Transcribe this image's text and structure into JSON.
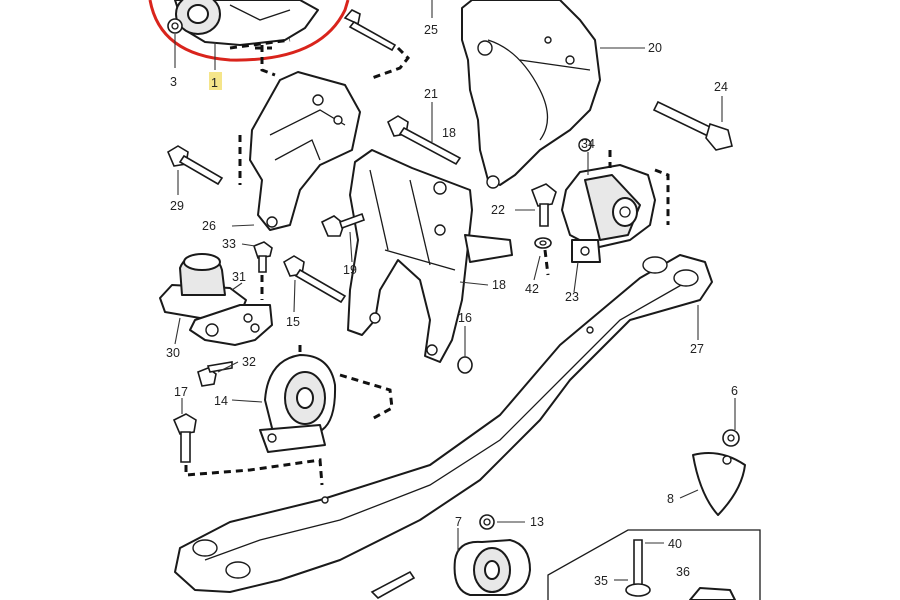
{
  "diagram": {
    "callouts": [
      {
        "id": "c1",
        "text": "1"
      },
      {
        "id": "c3",
        "text": "3"
      },
      {
        "id": "c25",
        "text": "25"
      },
      {
        "id": "c20",
        "text": "20"
      },
      {
        "id": "c24",
        "text": "24"
      },
      {
        "id": "c21",
        "text": "21"
      },
      {
        "id": "c18a",
        "text": "18"
      },
      {
        "id": "c34",
        "text": "34"
      },
      {
        "id": "c29",
        "text": "29"
      },
      {
        "id": "c26",
        "text": "26"
      },
      {
        "id": "c22",
        "text": "22"
      },
      {
        "id": "c33",
        "text": "33"
      },
      {
        "id": "c19",
        "text": "19"
      },
      {
        "id": "c31",
        "text": "31"
      },
      {
        "id": "c18b",
        "text": "18"
      },
      {
        "id": "c42",
        "text": "42"
      },
      {
        "id": "c23",
        "text": "23"
      },
      {
        "id": "c15",
        "text": "15"
      },
      {
        "id": "c16",
        "text": "16"
      },
      {
        "id": "c27",
        "text": "27"
      },
      {
        "id": "c30",
        "text": "30"
      },
      {
        "id": "c32",
        "text": "32"
      },
      {
        "id": "c17",
        "text": "17"
      },
      {
        "id": "c14",
        "text": "14"
      },
      {
        "id": "c6",
        "text": "6"
      },
      {
        "id": "c8",
        "text": "8"
      },
      {
        "id": "c7",
        "text": "7"
      },
      {
        "id": "c13",
        "text": "13"
      },
      {
        "id": "c40",
        "text": "40"
      },
      {
        "id": "c35",
        "text": "35"
      },
      {
        "id": "c36",
        "text": "36"
      }
    ],
    "highlight_color": "#d9241c",
    "label_highlight_color": "#f5e58a"
  }
}
